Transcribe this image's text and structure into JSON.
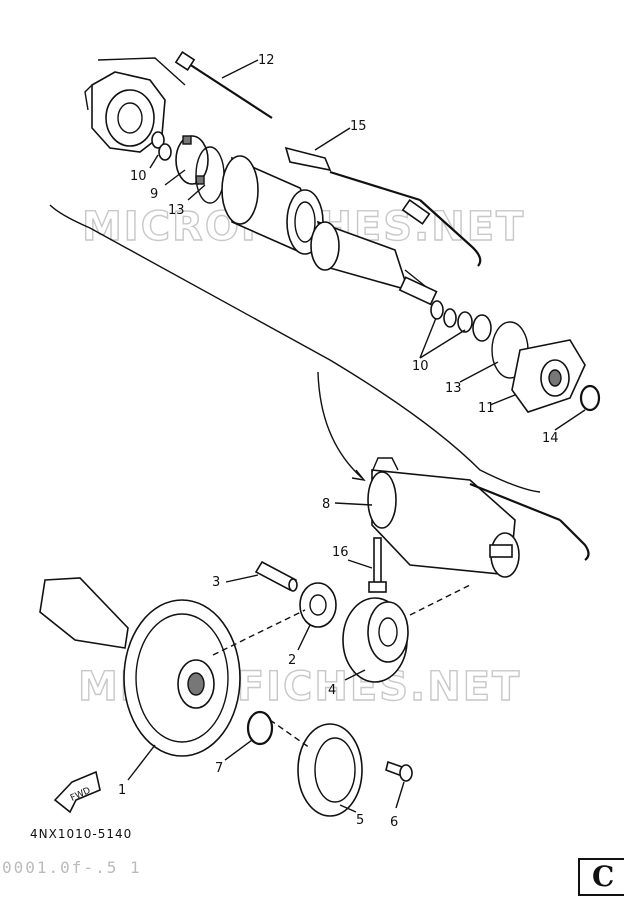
{
  "watermarks": [
    "MICROFICHES.NET",
    "MICROFICHES.NET"
  ],
  "callouts": [
    {
      "label": "12"
    },
    {
      "label": "15"
    },
    {
      "label": "10"
    },
    {
      "label": "9"
    },
    {
      "label": "13"
    },
    {
      "label": "10"
    },
    {
      "label": "13"
    },
    {
      "label": "11"
    },
    {
      "label": "14"
    },
    {
      "label": "8"
    },
    {
      "label": "16"
    },
    {
      "label": "3"
    },
    {
      "label": "2"
    },
    {
      "label": "4"
    },
    {
      "label": "1"
    },
    {
      "label": "7"
    },
    {
      "label": "5"
    },
    {
      "label": "6"
    }
  ],
  "fwd_label": "FWD",
  "reference_code": "4NX1010-5140",
  "barcode_text": "0001.0f-.5 1",
  "section_letter": "C"
}
